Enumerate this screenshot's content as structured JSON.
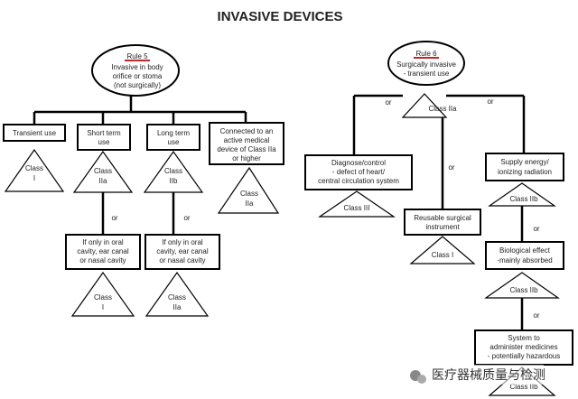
{
  "title": "INVASIVE DEVICES",
  "colors": {
    "rule_underline": "#c0282d"
  },
  "left": {
    "rule": "Rule 5",
    "rule_lines": [
      "Invasive in body",
      "orifice or stoma",
      "(not surgically)"
    ],
    "transient": "Transient use",
    "class_i": [
      "Class",
      "I"
    ],
    "short_term": [
      "Short term",
      "use"
    ],
    "class_iia": [
      "Class",
      "IIa"
    ],
    "long_term": [
      "Long term",
      "use"
    ],
    "class_iib": [
      "Class",
      "IIb"
    ],
    "connected": [
      "Connected to an",
      "active medical",
      "device of Class IIa",
      "or higher"
    ],
    "class_iia_2": [
      "Class",
      "IIa"
    ],
    "or1": "or",
    "or2": "or",
    "oral1": [
      "If only in oral",
      "cavity, ear canal",
      "or nasal cavity"
    ],
    "oral2": [
      "If only in oral",
      "cavity, ear canal",
      "or nasal cavity"
    ],
    "class_i_2": [
      "Class",
      "I"
    ],
    "class_iia_3": [
      "Class",
      "IIa"
    ]
  },
  "right": {
    "rule": "Rule 6",
    "rule_lines": [
      "Surgically invasive",
      "- transient use"
    ],
    "class_iia": "Class IIa",
    "or_left": "or",
    "or_right": "or",
    "or_mid": "or",
    "diagnose": [
      "Diagnose/control",
      "- defect of heart/",
      "central circulation system"
    ],
    "class_iii": "Class III",
    "reusable": [
      "Reusable surgical",
      "instrument"
    ],
    "class_i": "Class I",
    "supply": [
      "Supply energy/",
      "ionizing radiation"
    ],
    "class_iib_1": "Class IIb",
    "or_a": "or",
    "biological": [
      "Biological effect",
      "-mainly absorbed"
    ],
    "class_iib_2": "Class IIb",
    "or_b": "or",
    "system": [
      "System to",
      "administer medicines",
      "- potentially hazardous"
    ],
    "class_iib_3": "Class IIb"
  },
  "watermark": "医疗器械质量与检测"
}
